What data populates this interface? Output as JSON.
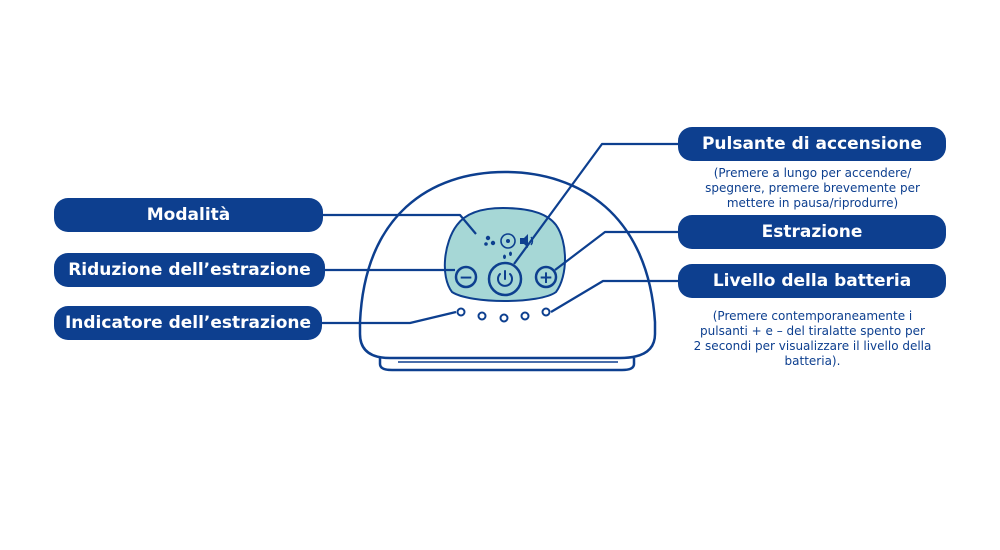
{
  "labels": {
    "modalita": "Modalità",
    "riduzione": "Riduzione dell’estrazione",
    "indicatore": "Indicatore dell’estrazione",
    "accensione": "Pulsante di accensione",
    "estrazione": "Estrazione",
    "batteria": "Livello della batteria"
  },
  "notes": {
    "accensione": [
      "(Premere a lungo per accendere/",
      "spegnere, premere brevemente per",
      "mettere in pausa/riprodurre)"
    ],
    "batteria": [
      "(Premere contemporaneamente i",
      "pulsanti + e – del tiralatte spento per",
      "2 secondi per visualizzare il livello della",
      "batteria)."
    ]
  },
  "buttons": {
    "minus": "−",
    "plus": "+"
  },
  "colors": {
    "navy": "#0d3f8f",
    "panel": "#a6d7d6",
    "background": "#ffffff"
  },
  "icons": {
    "mode": "mode-icon",
    "power": "power-icon",
    "indicator": "indicator-dots"
  }
}
